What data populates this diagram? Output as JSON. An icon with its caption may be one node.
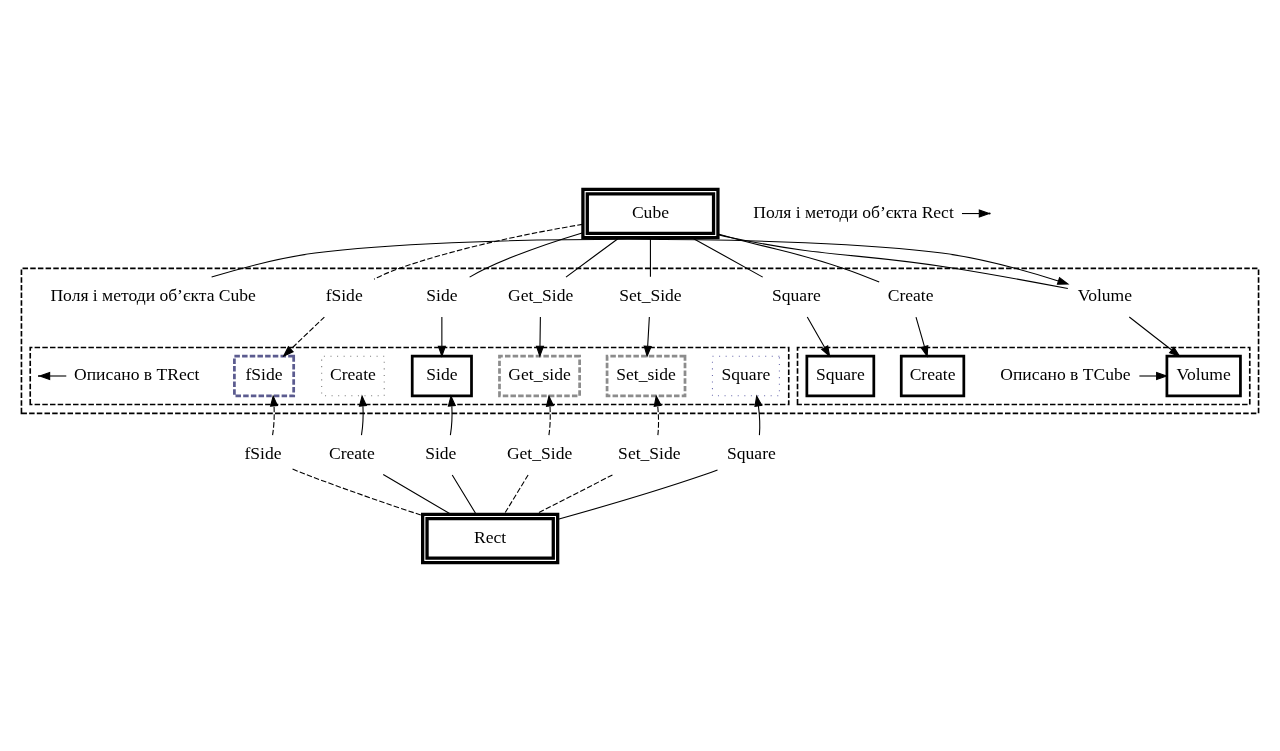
{
  "diagram": {
    "nodes": [
      {
        "text": [
          "Cube"
        ]
      },
      {
        "text": [],
        "shape": "box"
      },
      {
        "text": [
          "fSide"
        ],
        "in": 1
      },
      {
        "text": [
          "Create"
        ],
        "in": 1
      },
      {
        "text": [
          "Set_Side"
        ],
        "in": 1
      },
      {
        "text": [
          "Get_Side"
        ],
        "in": 1
      },
      {
        "text": [
          "Side"
        ],
        "in": 1
      },
      {
        "text": [
          "Square"
        ],
        "in": 1
      },
      {
        "text": [
          "Volume"
        ],
        "in": 1
      },
      {
        "text": [
          "Поля і методи об’єкта Cube"
        ],
        "in": 1
      },
      {
        "text": [],
        "shape": "box",
        "in": 1
      },
      {
        "text": [
          "Create"
        ],
        "in": 10
      },
      {
        "text": [
          "Square"
        ],
        "in": 10
      },
      {
        "text": [
          "Volume"
        ],
        "in": 10
      },
      {
        "text": [
          "Описано в TCube"
        ],
        "in": 10
      },
      {
        "text": [],
        "shape": "box",
        "in": 1
      },
      {
        "text": [
          "fSide"
        ],
        "in": 15
      },
      {
        "text": [
          "Create"
        ],
        "in": 15
      },
      {
        "text": [
          "Set_side"
        ],
        "in": 15
      },
      {
        "text": [
          "Get_side"
        ],
        "in": 15
      },
      {
        "text": [
          "Side"
        ],
        "in": 15
      },
      {
        "text": [
          "Square"
        ],
        "in": 15
      },
      {
        "text": [
          "Описано в TRect"
        ],
        "in": 15
      },
      {
        "text": [
          "fSide"
        ]
      },
      {
        "text": [
          "Create"
        ]
      },
      {
        "text": [
          "Set_Side"
        ]
      },
      {
        "text": [
          "Get_Side"
        ]
      },
      {
        "text": [
          "Side"
        ]
      },
      {
        "text": [
          "Square"
        ]
      },
      {
        "text": [
          "Поля і методи об’єкта Rect"
        ]
      },
      {
        "text": [
          "Rect"
        ]
      }
    ],
    "edges": [
      {
        "from": 0,
        "to": 2,
        "arrow": "none",
        "style": "dashed"
      },
      {
        "from": 0,
        "to": 3,
        "arrow": "none"
      },
      {
        "from": 0,
        "to": 4,
        "arrow": "none"
      },
      {
        "from": 0,
        "to": 5,
        "arrow": "none"
      },
      {
        "from": 0,
        "to": 6,
        "arrow": "none"
      },
      {
        "from": 0,
        "to": 7,
        "arrow": "none"
      },
      {
        "from": 0,
        "to": 8,
        "arrow": "none"
      },
      {
        "from": 2,
        "to": 16,
        "arrow": "to",
        "style": "dashed"
      },
      {
        "from": 3,
        "to": 11,
        "arrow": "to"
      },
      {
        "from": 4,
        "to": 18,
        "arrow": "to"
      },
      {
        "from": 5,
        "to": 19,
        "arrow": "to"
      },
      {
        "from": 6,
        "to": 20,
        "arrow": "to"
      },
      {
        "from": 7,
        "to": 12,
        "arrow": "to"
      },
      {
        "from": 8,
        "to": 13,
        "arrow": "to"
      },
      {
        "from": 9,
        "to": 8,
        "arrow": "to"
      },
      {
        "from": 14,
        "to": 13,
        "arrow": "to"
      },
      {
        "from": 22,
        "to": null,
        "arrow": "to"
      },
      {
        "from": 23,
        "to": 16,
        "arrow": "to",
        "style": "dashed"
      },
      {
        "from": 24,
        "to": 17,
        "arrow": "to"
      },
      {
        "from": 25,
        "to": 18,
        "arrow": "to",
        "style": "dashed"
      },
      {
        "from": 26,
        "to": 19,
        "arrow": "to",
        "style": "dashed"
      },
      {
        "from": 27,
        "to": 20,
        "arrow": "to"
      },
      {
        "from": 28,
        "to": 21,
        "arrow": "to"
      },
      {
        "from": 29,
        "to": null,
        "arrow": "to"
      },
      {
        "from": 23,
        "to": 30,
        "arrow": "none",
        "style": "dashed"
      },
      {
        "from": 24,
        "to": 30,
        "arrow": "none"
      },
      {
        "from": 25,
        "to": 30,
        "arrow": "none",
        "style": "dashed"
      },
      {
        "from": 26,
        "to": 30,
        "arrow": "none",
        "style": "dashed"
      },
      {
        "from": 27,
        "to": 30,
        "arrow": "none"
      },
      {
        "from": 28,
        "to": 30,
        "arrow": "none"
      }
    ]
  }
}
